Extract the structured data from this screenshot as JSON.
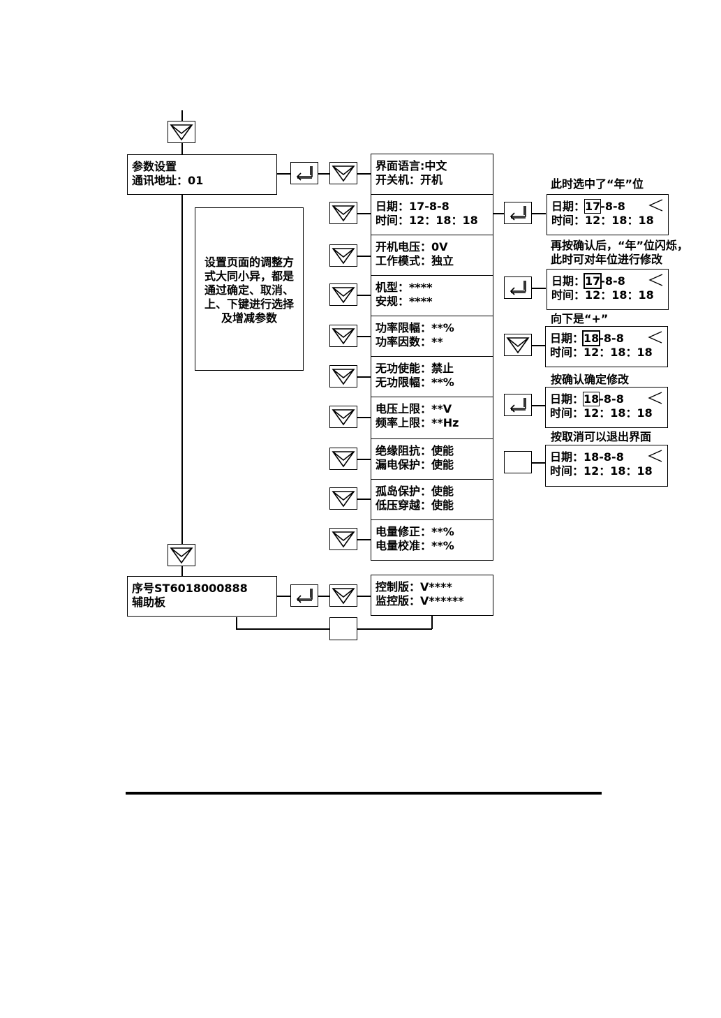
{
  "top_menu": {
    "line1": "参数设置",
    "line2": "通讯地址：01"
  },
  "note_text": "设置页面的调整方式大同小异，都是通过确定、取消、上、下键进行选择及增减参数",
  "settings_screens": [
    {
      "line1": "界面语言:中文",
      "line2": "开关机：开机"
    },
    {
      "line1": "日期：17-8-8",
      "line2": "时间：12：18：18"
    },
    {
      "line1": "开机电压：0V",
      "line2": "工作模式：独立"
    },
    {
      "line1": "机型：****",
      "line2": "安规：****"
    },
    {
      "line1": "功率限幅：**%",
      "line2": "功率因数：**"
    },
    {
      "line1": "无功使能：禁止",
      "line2": "无功限幅：**%"
    },
    {
      "line1": "电压上限：**V",
      "line2": "频率上限：**Hz"
    },
    {
      "line1": "绝缘阻抗：使能",
      "line2": "漏电保护：使能"
    },
    {
      "line1": "孤岛保护：使能",
      "line2": "低压穿越：使能"
    },
    {
      "line1": "电量修正：**%",
      "line2": "电量校准：**%"
    }
  ],
  "date_edit_steps": [
    {
      "caption": "此时选中了“年”位",
      "date_label": "日期：",
      "year": "17",
      "rest": "-8-8",
      "time": "时间：12：18：18"
    },
    {
      "caption": "再按确认后，“年”位闪烁，此时可对年位进行修改",
      "date_label": "日期：",
      "year": "17",
      "rest": "-8-8",
      "time": "时间：12：18：18"
    },
    {
      "caption": "向下是“+”",
      "date_label": "日期：",
      "year": "18",
      "rest": "-8-8",
      "time": "时间：12：18：18"
    },
    {
      "caption": "按确认确定修改",
      "date_label": "日期：",
      "year": "18",
      "rest": "-8-8",
      "time": "时间：12：18：18"
    },
    {
      "caption": "按取消可以退出界面",
      "date_label": "日期：",
      "year": "18",
      "rest": "-8-8",
      "time": "时间：12：18：18"
    }
  ],
  "serial_menu": {
    "line1": "序号ST6018000888",
    "line2": "辅助板"
  },
  "version_screen": {
    "line1": "控制版：V****",
    "line2": "监控版：V******"
  },
  "icons": {
    "down_key": "down-triangle-icon",
    "enter_key": "enter-arrow-icon",
    "cursor": "left-chevron-icon"
  }
}
